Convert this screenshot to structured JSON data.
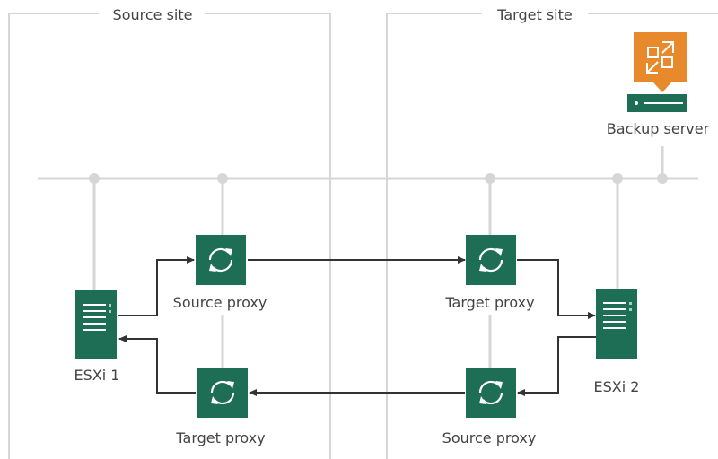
{
  "sites": {
    "source": "Source site",
    "target": "Target site"
  },
  "nodes": {
    "backup_server": "Backup server",
    "esxi1": "ESXi 1",
    "esxi2": "ESXi 2",
    "top_left_proxy": "Source proxy",
    "bottom_left_proxy": "Target proxy",
    "top_right_proxy": "Target proxy",
    "bottom_right_proxy": "Source proxy"
  },
  "colors": {
    "green": "#1e6e55",
    "green_light": "#9ed1bf",
    "orange": "#e8892b",
    "line_gray": "#d6d6d6",
    "arrow": "#333333"
  },
  "icons": {
    "proxy": "sync-icon",
    "host": "server-icon",
    "backup": "backup-server-icon"
  }
}
